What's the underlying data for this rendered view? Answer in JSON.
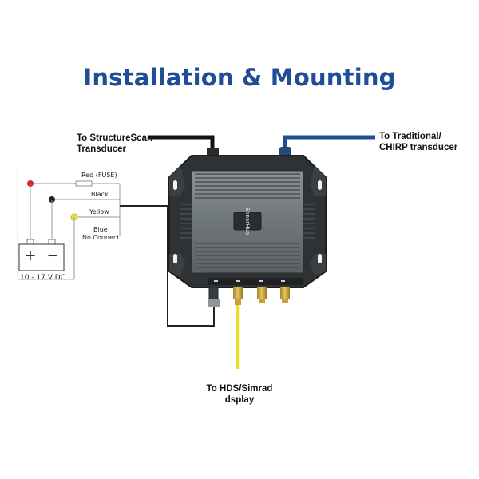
{
  "title": "Installation & Mounting",
  "labels": {
    "structurescan_line1": "To StructureScan",
    "structurescan_line2": "Transducer",
    "traditional_line1": "To Traditional/",
    "traditional_line2": "CHIRP transducer",
    "display_line1": "To HDS/Simrad",
    "display_line2": "dsplay"
  },
  "wiring": {
    "red": "Red (FUSE)",
    "black": "Black",
    "yellow": "Yellow",
    "blue_line1": "Blue",
    "blue_line2": "No Connect",
    "voltage": "10 - 17 V DC"
  },
  "device": {
    "brand": "SonarHub"
  },
  "colors": {
    "title": "#1f4e96",
    "transducer_cable": "#1d4e8f",
    "display_cable": "#e8df2a",
    "red_wire": "#d9262a",
    "yellow_wire": "#f0e43a",
    "device_body": "#3a3d40"
  }
}
